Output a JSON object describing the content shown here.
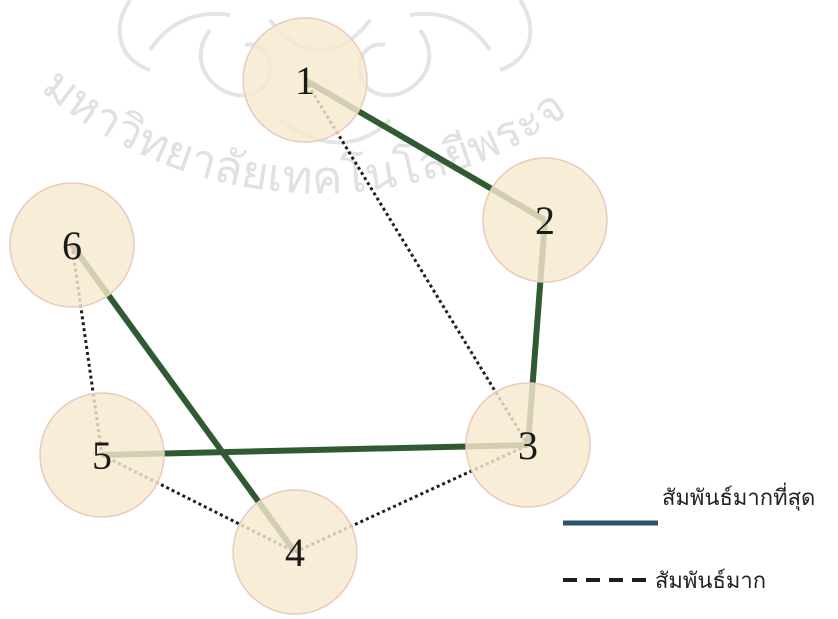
{
  "diagram": {
    "watermark": "มหาวิทยาลัยเทคโนโลยีพระจอมเกล้าพระนครเหนือ",
    "nodes": [
      {
        "id": "1",
        "label": "1"
      },
      {
        "id": "2",
        "label": "2"
      },
      {
        "id": "3",
        "label": "3"
      },
      {
        "id": "4",
        "label": "4"
      },
      {
        "id": "5",
        "label": "5"
      },
      {
        "id": "6",
        "label": "6"
      }
    ],
    "edges": [
      {
        "from": "1",
        "to": "2",
        "type": "strongest"
      },
      {
        "from": "2",
        "to": "3",
        "type": "strongest"
      },
      {
        "from": "6",
        "to": "4",
        "type": "strongest"
      },
      {
        "from": "5",
        "to": "3",
        "type": "strongest"
      },
      {
        "from": "1",
        "to": "3",
        "type": "strong"
      },
      {
        "from": "6",
        "to": "5",
        "type": "strong"
      },
      {
        "from": "5",
        "to": "4",
        "type": "strong"
      },
      {
        "from": "4",
        "to": "3",
        "type": "strong"
      }
    ],
    "legend": {
      "strongest": "สัมพันธ์มากที่สุด",
      "strong": "สัมพันธ์มาก"
    },
    "colors": {
      "node_fill": "#f7e9cd",
      "node_stroke": "#ecc9bd",
      "strongest_line": "#2f5a32",
      "strong_line": "#1e1e1e",
      "legend_solid": "#2b5566",
      "watermark": "#c9c9c9"
    }
  }
}
